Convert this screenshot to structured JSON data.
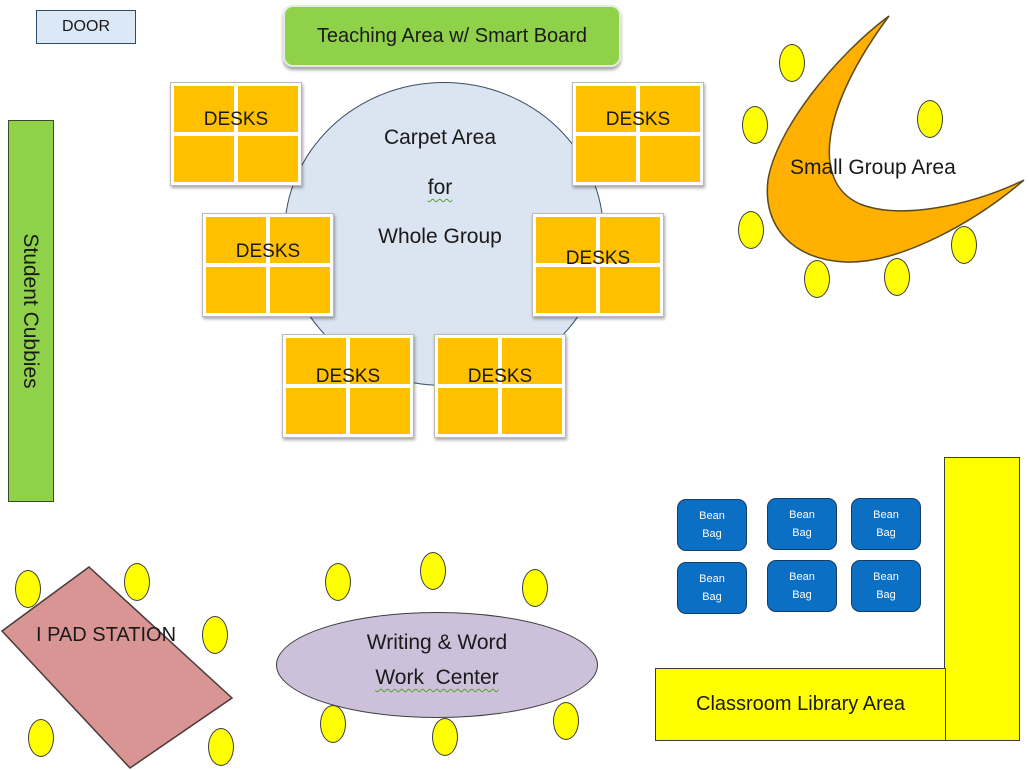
{
  "door": "DOOR",
  "teaching_area": "Teaching Area w/ Smart Board",
  "cubbies": "Student Cubbies",
  "carpet": {
    "line1": "Carpet Area",
    "line2": "for",
    "line3": "Whole Group"
  },
  "desks": [
    "DESKS",
    "DESKS",
    "DESKS",
    "DESKS",
    "DESKS",
    "DESKS"
  ],
  "small_group": "Small Group Area",
  "bean_bags": [
    {
      "line1": "Bean",
      "line2": "Bag"
    },
    {
      "line1": "Bean",
      "line2": "Bag"
    },
    {
      "line1": "Bean",
      "line2": "Bag"
    },
    {
      "line1": "Bean",
      "line2": "Bag"
    },
    {
      "line1": "Bean",
      "line2": "Bag"
    },
    {
      "line1": "Bean",
      "line2": "Bag"
    }
  ],
  "library": "Classroom Library Area",
  "writing_center": {
    "line1": "Writing & Word",
    "line2": "Work  Center"
  },
  "ipad_station": "I PAD STATION",
  "colors": {
    "green_zone": "#8fd24a",
    "desk_yellow": "#ffc000",
    "chair_yellow": "#ffff00",
    "carpet_blue": "#dbe4f1",
    "bean_bag_blue": "#0b6fc4",
    "writing_purple": "#ccc0da",
    "ipad_pink": "#d99594",
    "small_group_orange": "#ffb000"
  }
}
